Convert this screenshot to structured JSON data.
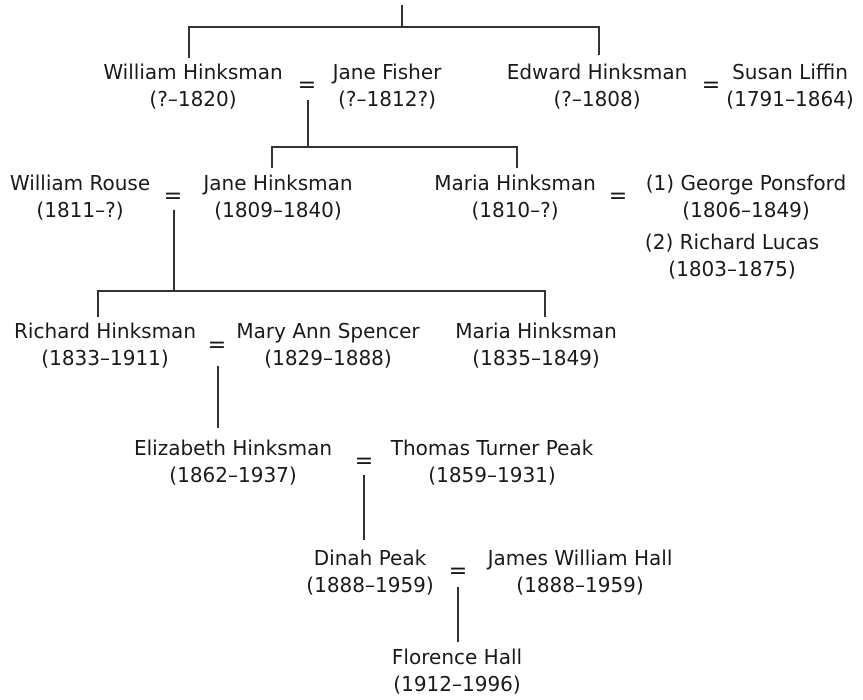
{
  "diagram": {
    "type": "family-tree",
    "line_color": "#333333",
    "text_color": "#1a1a1a",
    "generations": [
      {
        "couples": [
          {
            "spouse_a": {
              "name": "William Hinksman",
              "dates": "(?–1820)"
            },
            "marriage": "=",
            "spouse_b": {
              "name": "Jane Fisher",
              "dates": "(?–1812?)"
            }
          },
          {
            "spouse_a": {
              "name": "Edward Hinksman",
              "dates": "(?–1808)"
            },
            "marriage": "=",
            "spouse_b": {
              "name": "Susan Liffin",
              "dates": "(1791–1864)"
            }
          }
        ]
      },
      {
        "couples": [
          {
            "spouse_a": {
              "name": "William Rouse",
              "dates": "(1811–?)"
            },
            "marriage": "=",
            "spouse_b": {
              "name": "Jane Hinksman",
              "dates": "(1809–1840)"
            }
          },
          {
            "spouse_a": {
              "name": "Maria Hinksman",
              "dates": "(1810–?)"
            },
            "marriage": "=",
            "spouse_b": {
              "name": "(1) George Ponsford",
              "dates": "(1806–1849)"
            },
            "spouse_c": {
              "name": "(2) Richard Lucas",
              "dates": "(1803–1875)"
            }
          }
        ]
      },
      {
        "couples": [
          {
            "spouse_a": {
              "name": "Richard Hinksman",
              "dates": "(1833–1911)"
            },
            "marriage": "=",
            "spouse_b": {
              "name": "Mary Ann Spencer",
              "dates": "(1829–1888)"
            }
          }
        ],
        "singles": [
          {
            "name": "Maria Hinksman",
            "dates": "(1835–1849)"
          }
        ]
      },
      {
        "couples": [
          {
            "spouse_a": {
              "name": "Elizabeth Hinksman",
              "dates": "(1862–1937)"
            },
            "marriage": "=",
            "spouse_b": {
              "name": "Thomas Turner Peak",
              "dates": "(1859–1931)"
            }
          }
        ]
      },
      {
        "couples": [
          {
            "spouse_a": {
              "name": "Dinah Peak",
              "dates": "(1888–1959)"
            },
            "marriage": "=",
            "spouse_b": {
              "name": "James William Hall",
              "dates": "(1888–1959)"
            }
          }
        ]
      },
      {
        "singles": [
          {
            "name": "Florence Hall",
            "dates": "(1912–1996)"
          }
        ]
      }
    ]
  }
}
